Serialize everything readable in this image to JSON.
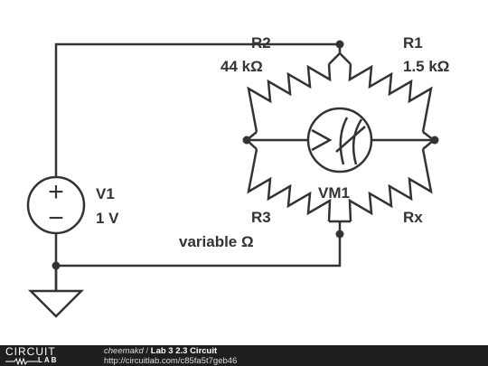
{
  "components": {
    "r2": {
      "name": "R2",
      "value": "44 kΩ"
    },
    "r1": {
      "name": "R1",
      "value": "1.5 kΩ"
    },
    "r3": {
      "name": "R3",
      "value": "variable Ω"
    },
    "rx": {
      "name": "Rx"
    },
    "v1": {
      "name": "V1",
      "value": "1 V",
      "plus": "+",
      "minus": "−"
    },
    "vm1": {
      "name": "VM1"
    }
  },
  "footer": {
    "logo_top": "CIRCUIT",
    "logo_bottom": "LAB",
    "author": "cheemakd",
    "separator": " / ",
    "title": "Lab 3 2.3 Circuit",
    "url": "http://circuitlab.com/c85fa5t7geb46"
  },
  "colors": {
    "wire": "#333333",
    "footer_background": "#1f1f1f"
  }
}
